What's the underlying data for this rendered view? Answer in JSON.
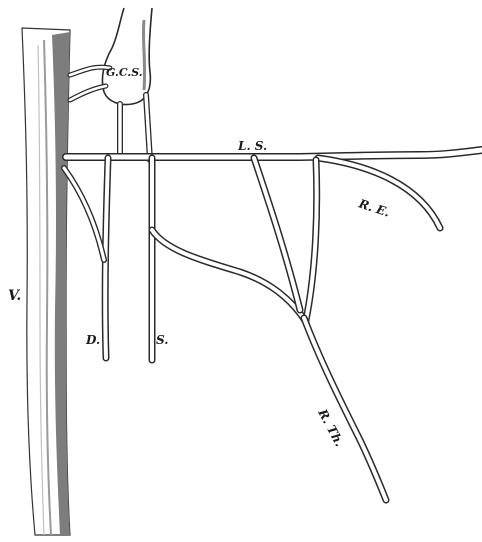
{
  "labels": {
    "gcs": "G.C.S.",
    "ls": "L. S.",
    "re": "R. E.",
    "v": "V.",
    "d": "D.",
    "s": "S.",
    "rth": "R. Th."
  },
  "colors": {
    "ink": "#2a2a2a",
    "paper": "#ffffff",
    "vessel_shade": "#8a8a8a"
  }
}
